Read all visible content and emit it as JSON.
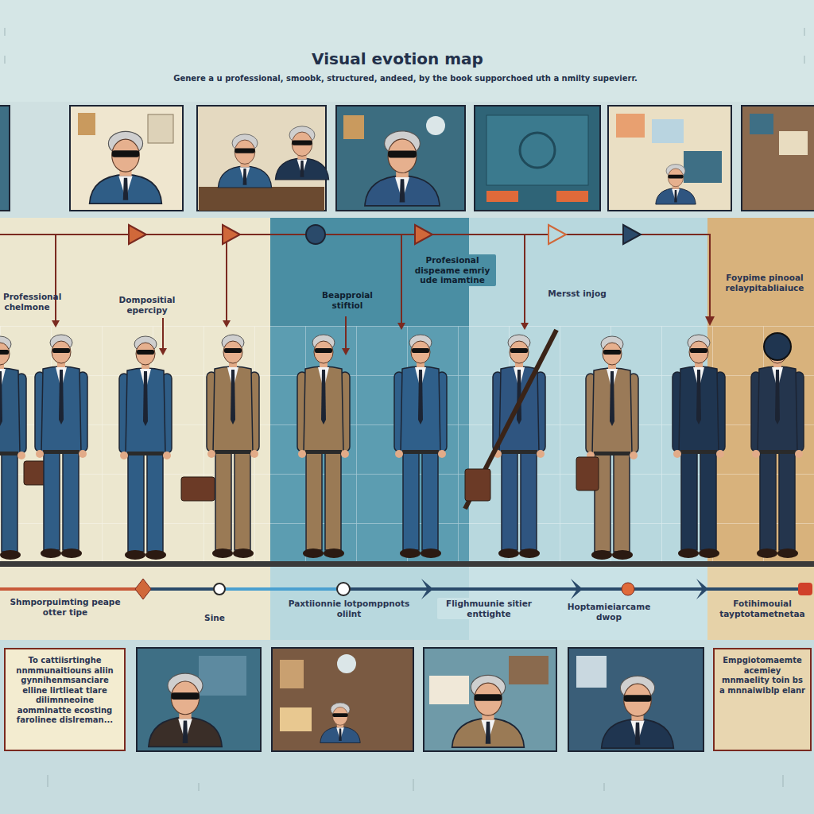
{
  "diagram": {
    "title": "Visual evotion map",
    "caption": "Genere a u professional, smoobk, structured, andeed, by the book supporchoed uth a nmilty supevierr.",
    "nodes": [
      {
        "text": [
          "To cattiisrtinghe nnmmunaitiouns aliin gynnihenmsanciare elline lirtlieat tlare dilimnneoine aomminatte ecosting farolinee dislreman..."
        ]
      },
      {
        "text": [
          "Empgiotomaemte acemiey mnmaelity toin bs a mnnaiwiblp elanr"
        ]
      }
    ],
    "labels": [
      "Professional chelmone",
      "Dompositial epercipy",
      "Beapproial stiftiol",
      "Profesional dispeame emriy ude imamtine",
      "Mersst injog",
      "Foypime pinooal relaypitabliaiuce",
      "Shmporpuimting peape otter tipe",
      "Sine",
      "Paxtiionnie lotpomppnots olilnt",
      "Flighmuunie sitier enttighte",
      "Hoptamieiarcame dwop",
      "Fotihimouial tayptotametnetaa"
    ]
  }
}
